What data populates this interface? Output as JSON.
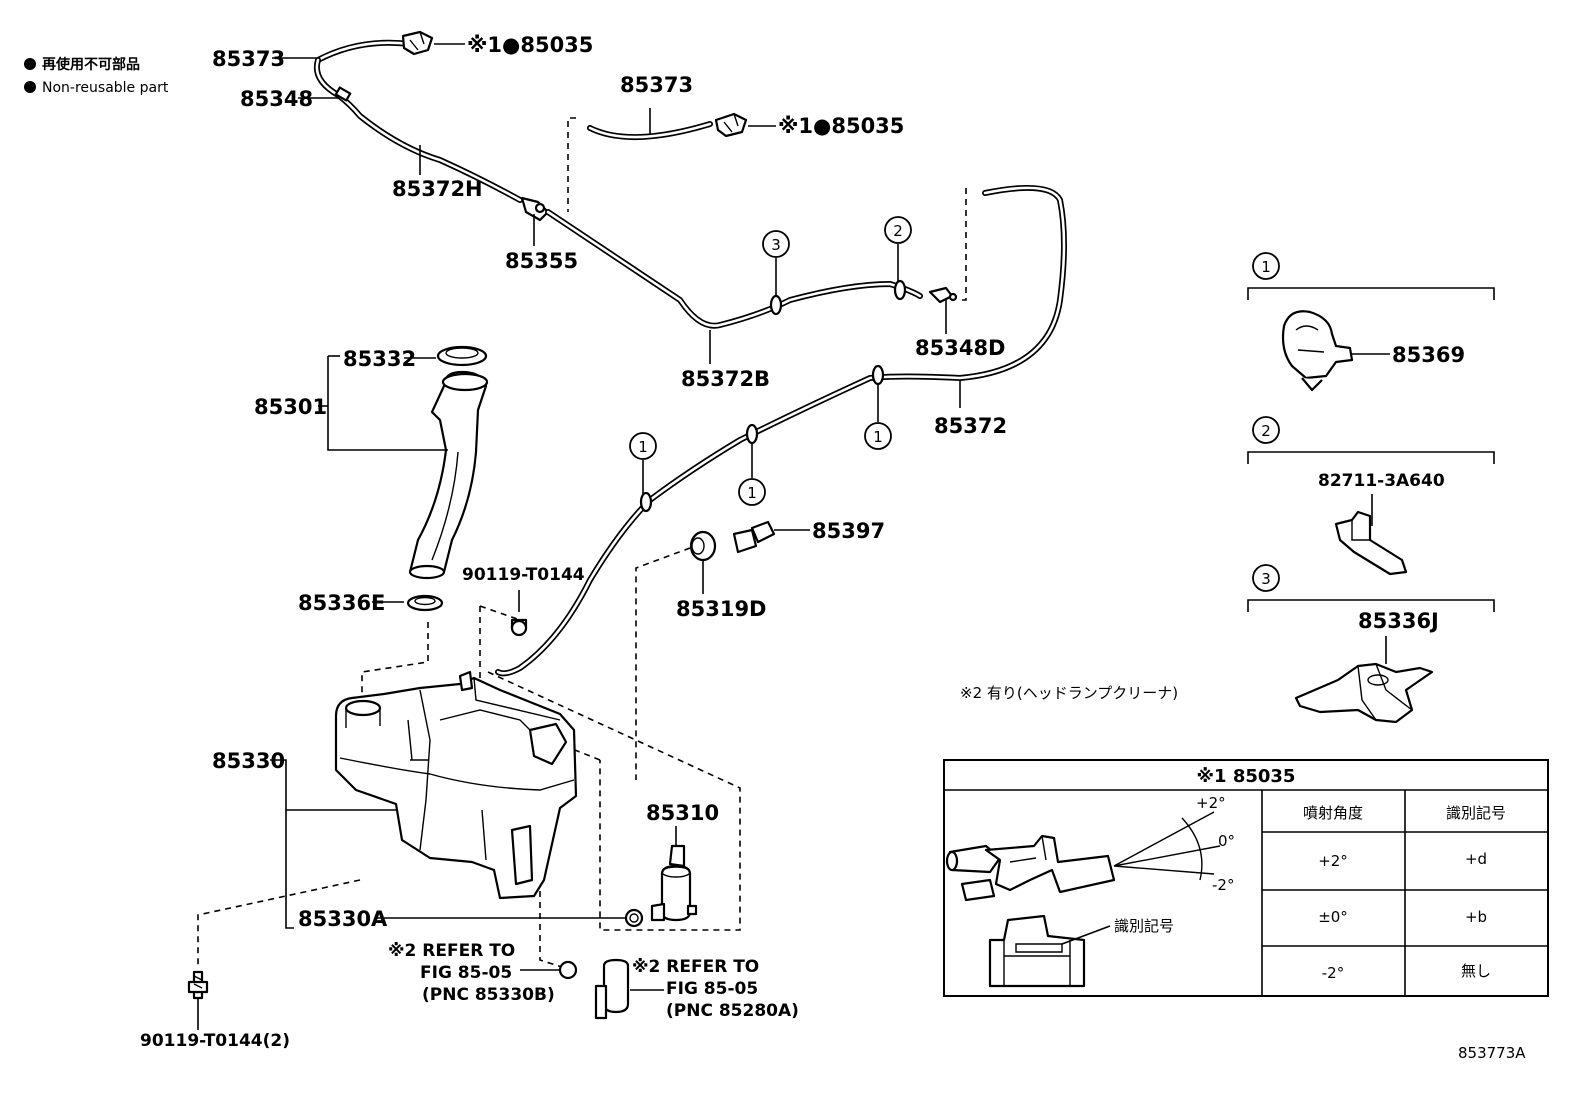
{
  "legend": {
    "line_jp": "再使用不可部品",
    "line_en": "Non-reusable part"
  },
  "labels": {
    "p85373_a": "85373",
    "p85348": "85348",
    "p85035_a": "※1●85035",
    "p85373_b": "85373",
    "p85035_b": "※1●85035",
    "p85372H": "85372H",
    "p85355": "85355",
    "p85372B": "85372B",
    "p85348D": "85348D",
    "p85372": "85372",
    "p85332": "85332",
    "p85301": "85301",
    "p85397": "85397",
    "p85319D": "85319D",
    "p90119_T0144": "90119-T0144",
    "p85336E": "85336E",
    "p85330": "85330",
    "p85310": "85310",
    "p85330A": "85330A",
    "ref1_l1": "※2 REFER TO",
    "ref1_l2": "FIG 85-05",
    "ref1_l3": "(PNC 85330B)",
    "ref2_l1": "※2 REFER TO",
    "ref2_l2": "FIG 85-05",
    "ref2_l3": "(PNC 85280A)",
    "p90119_T0144_2": "90119-T0144(2)",
    "p85369": "85369",
    "p82711": "82711-3A640",
    "p85336J": "85336J",
    "note2": "※2 有り(ヘッドランプクリーナ)",
    "figure_id": "853773A"
  },
  "callouts": {
    "c1": "1",
    "c2": "2",
    "c3": "3"
  },
  "nozzle_table": {
    "title": "※1 85035",
    "col_angle": "噴射角度",
    "col_mark": "識別記号",
    "rows": [
      {
        "angle": "+2°",
        "mark": "+d"
      },
      {
        "angle": "±0°",
        "mark": "+b"
      },
      {
        "angle": "-2°",
        "mark": "無し"
      }
    ],
    "angle_plus": "+2°",
    "angle_zero": "0°",
    "angle_minus": "-2°",
    "id_mark_label": "識別記号"
  }
}
